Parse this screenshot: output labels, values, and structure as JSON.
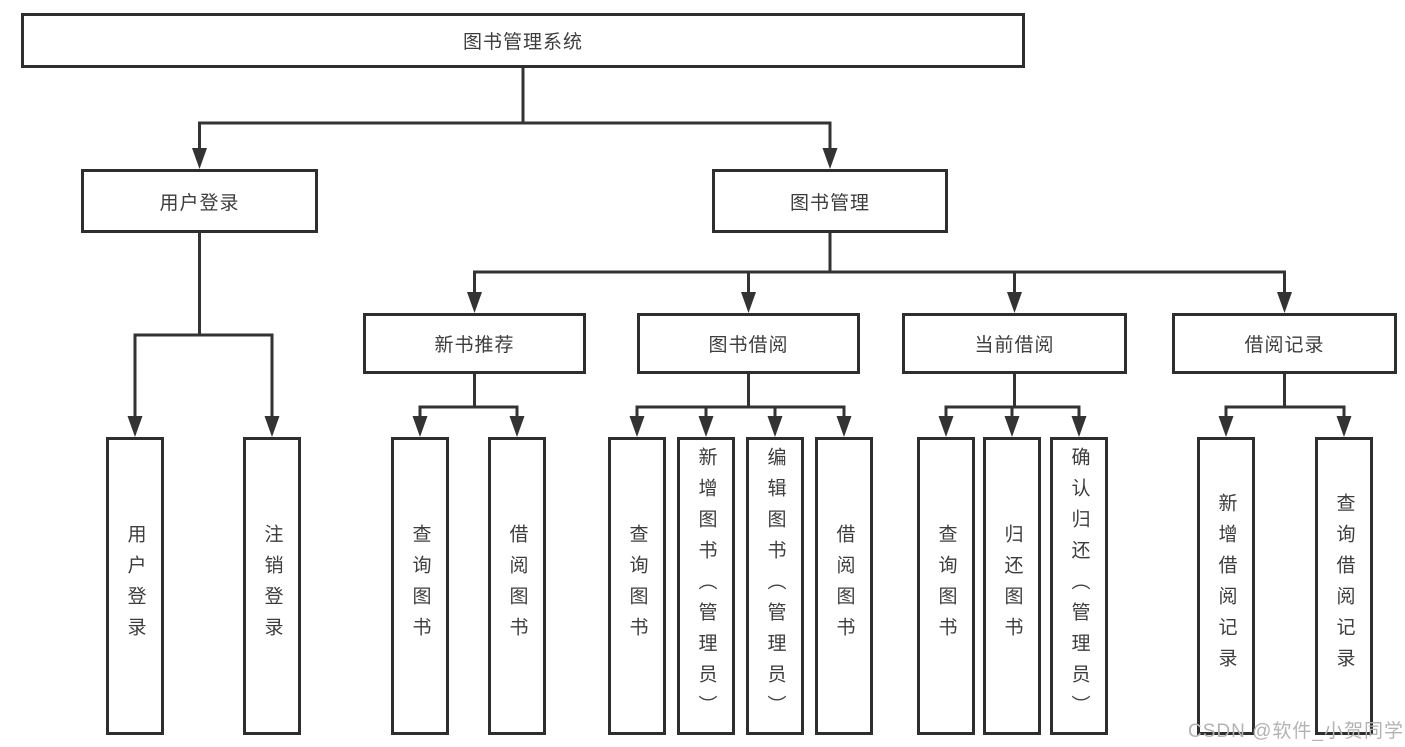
{
  "diagram": {
    "type": "hierarchy-tree",
    "colors": {
      "line": "#333333",
      "box_border": "#2e2e2e",
      "box_background": "#ffffff",
      "text": "#3d3d3d",
      "watermark": "#b3b3b3"
    },
    "root": {
      "label": "图书管理系统"
    },
    "level2": [
      {
        "label": "用户登录",
        "parent": "图书管理系统"
      },
      {
        "label": "图书管理",
        "parent": "图书管理系统"
      }
    ],
    "level3": [
      {
        "label": "新书推荐",
        "parent": "图书管理"
      },
      {
        "label": "图书借阅",
        "parent": "图书管理"
      },
      {
        "label": "当前借阅",
        "parent": "图书管理"
      },
      {
        "label": "借阅记录",
        "parent": "图书管理"
      }
    ],
    "level4": [
      {
        "label": "用户登录",
        "parent": "用户登录"
      },
      {
        "label": "注销登录",
        "parent": "用户登录"
      },
      {
        "label": "查询图书",
        "parent": "新书推荐"
      },
      {
        "label": "借阅图书",
        "parent": "新书推荐"
      },
      {
        "label": "查询图书",
        "parent": "图书借阅"
      },
      {
        "label": "新增图书（管理员）",
        "parent": "图书借阅"
      },
      {
        "label": "编辑图书（管理员）",
        "parent": "图书借阅"
      },
      {
        "label": "借阅图书",
        "parent": "图书借阅"
      },
      {
        "label": "查询图书",
        "parent": "当前借阅"
      },
      {
        "label": "归还图书",
        "parent": "当前借阅"
      },
      {
        "label": "确认归还（管理员）",
        "parent": "当前借阅"
      },
      {
        "label": "新增借阅记录",
        "parent": "借阅记录"
      },
      {
        "label": "查询借阅记录",
        "parent": "借阅记录"
      }
    ]
  },
  "watermark": {
    "text": "CSDN @软件_小贺同学"
  }
}
